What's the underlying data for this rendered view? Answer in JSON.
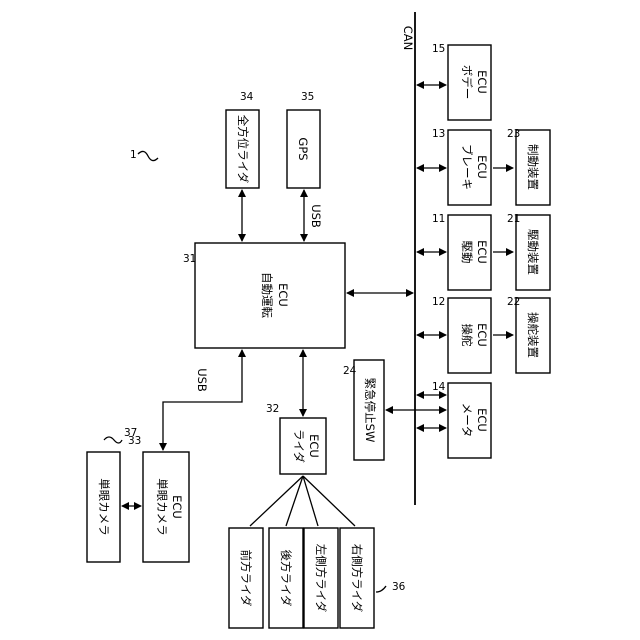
{
  "system_ref": "1",
  "can_label": "CAN",
  "usb_label": "USB",
  "autonomous_ecu": {
    "ref": "31",
    "line1": "自動運転",
    "line2": "ECU"
  },
  "omni_lidar": {
    "ref": "34",
    "label": "全方位ライダ"
  },
  "gps": {
    "ref": "35",
    "label": "GPS"
  },
  "lidar_ecu": {
    "ref": "32",
    "line1": "ライダ",
    "line2": "ECU"
  },
  "mono_camera_ecu": {
    "ref": "33",
    "line1": "単眼カメラ",
    "line2": "ECU"
  },
  "mono_camera": {
    "ref": "37",
    "label": "単眼カメラ"
  },
  "lidars": {
    "ref": "36",
    "front": "前方ライダ",
    "rear": "後方ライダ",
    "left": "左側方ライダ",
    "right": "右側方ライダ"
  },
  "emergency_sw": {
    "ref": "24",
    "label": "緊急停止SW"
  },
  "body_ecu": {
    "ref": "15",
    "line1": "ボデー",
    "line2": "ECU"
  },
  "brake_ecu": {
    "ref": "13",
    "line1": "ブレーキ",
    "line2": "ECU"
  },
  "drive_ecu": {
    "ref": "11",
    "line1": "駆動",
    "line2": "ECU"
  },
  "steer_ecu": {
    "ref": "12",
    "line1": "操舵",
    "line2": "ECU"
  },
  "meter_ecu": {
    "ref": "14",
    "line1": "メータ",
    "line2": "ECU"
  },
  "brake_device": {
    "ref": "23",
    "label": "制動装置"
  },
  "drive_device": {
    "ref": "21",
    "label": "駆動装置"
  },
  "steer_device": {
    "ref": "22",
    "label": "操舵装置"
  }
}
